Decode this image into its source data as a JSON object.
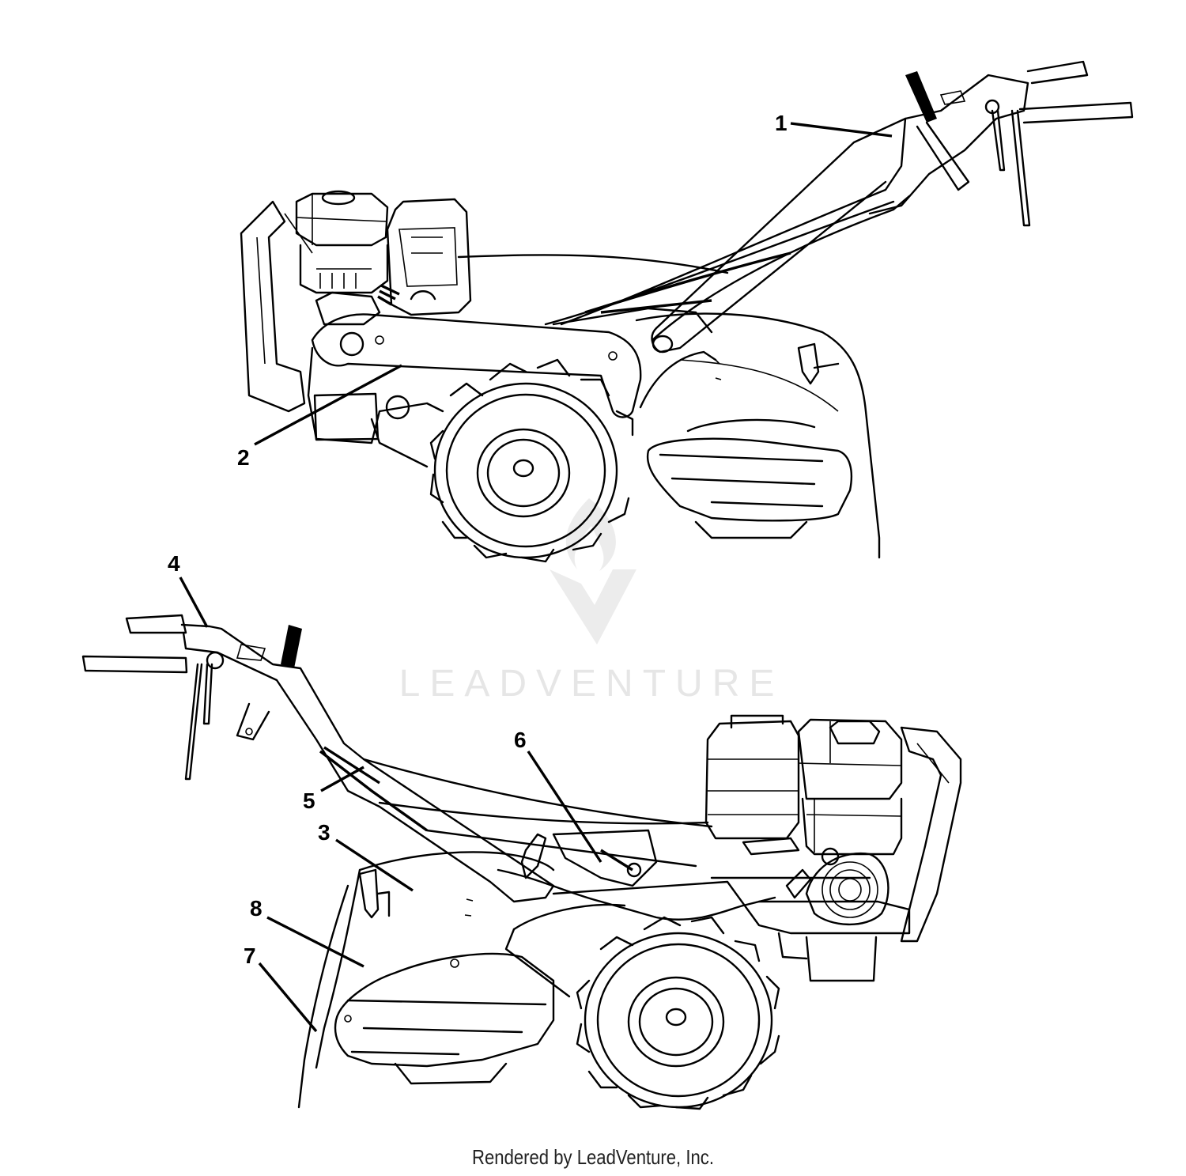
{
  "callouts": [
    {
      "id": "1",
      "label": "1"
    },
    {
      "id": "2",
      "label": "2"
    },
    {
      "id": "3",
      "label": "3"
    },
    {
      "id": "4",
      "label": "4"
    },
    {
      "id": "5",
      "label": "5"
    },
    {
      "id": "6",
      "label": "6"
    },
    {
      "id": "7",
      "label": "7"
    },
    {
      "id": "8",
      "label": "8"
    }
  ],
  "watermark": {
    "text": "LEADVENTURE",
    "color": "#e6e6e6"
  },
  "footer": {
    "text": "Rendered by LeadVenture, Inc."
  }
}
